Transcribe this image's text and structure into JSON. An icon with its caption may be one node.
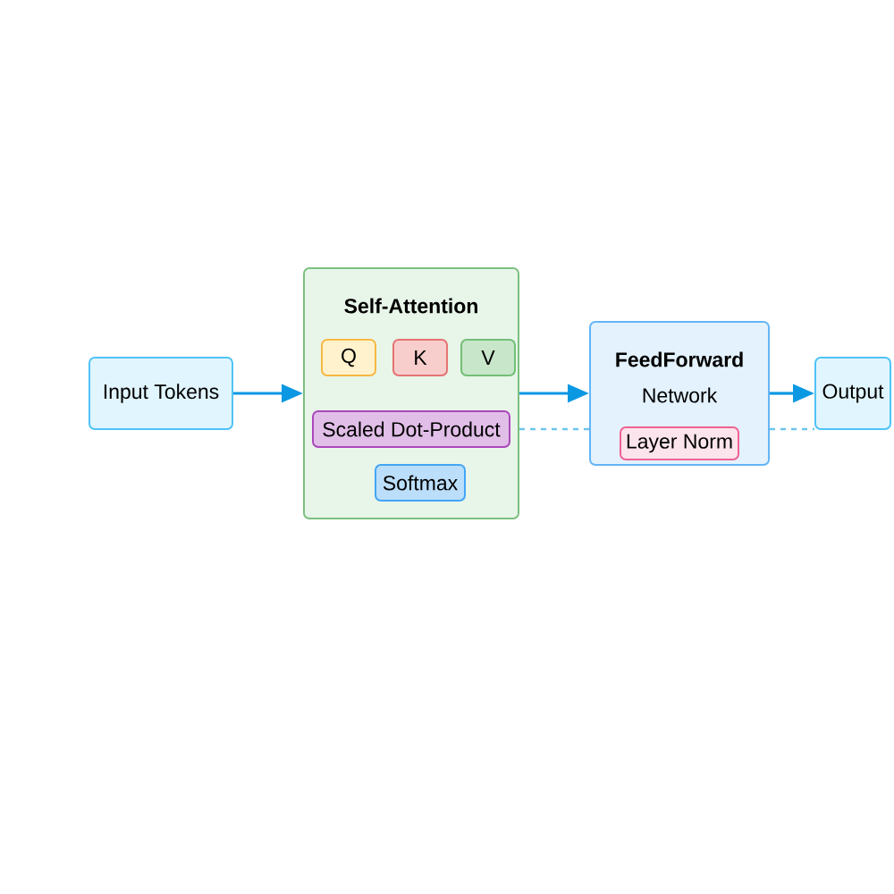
{
  "diagram": {
    "nodes": [
      {
        "text": [
          "Input Tokens"
        ]
      },
      {
        "text": [
          "Self-Attention"
        ]
      },
      {
        "text": [
          "Q"
        ],
        "in": 1
      },
      {
        "text": [
          "K"
        ],
        "in": 1
      },
      {
        "text": [
          "V"
        ],
        "in": 1
      },
      {
        "text": [
          "Scaled Dot-Product"
        ],
        "in": 1
      },
      {
        "text": [
          "Softmax"
        ],
        "in": 1
      },
      {
        "text": [
          "FeedForward",
          "Network"
        ]
      },
      {
        "text": [
          "Layer Norm"
        ],
        "in": 7
      },
      {
        "text": [
          "Output"
        ]
      }
    ],
    "edges": [
      {
        "from": 0,
        "to": 1,
        "arrow": "to"
      },
      {
        "from": 1,
        "to": 7,
        "arrow": "to"
      },
      {
        "from": 7,
        "to": 9,
        "arrow": "to"
      },
      {
        "from": 1,
        "to": 7,
        "arrow": "none",
        "style": "dashed",
        "color": "#6cc5ee"
      },
      {
        "from": 7,
        "to": 9,
        "arrow": "none",
        "style": "dashed",
        "color": "#6cc5ee"
      }
    ]
  }
}
